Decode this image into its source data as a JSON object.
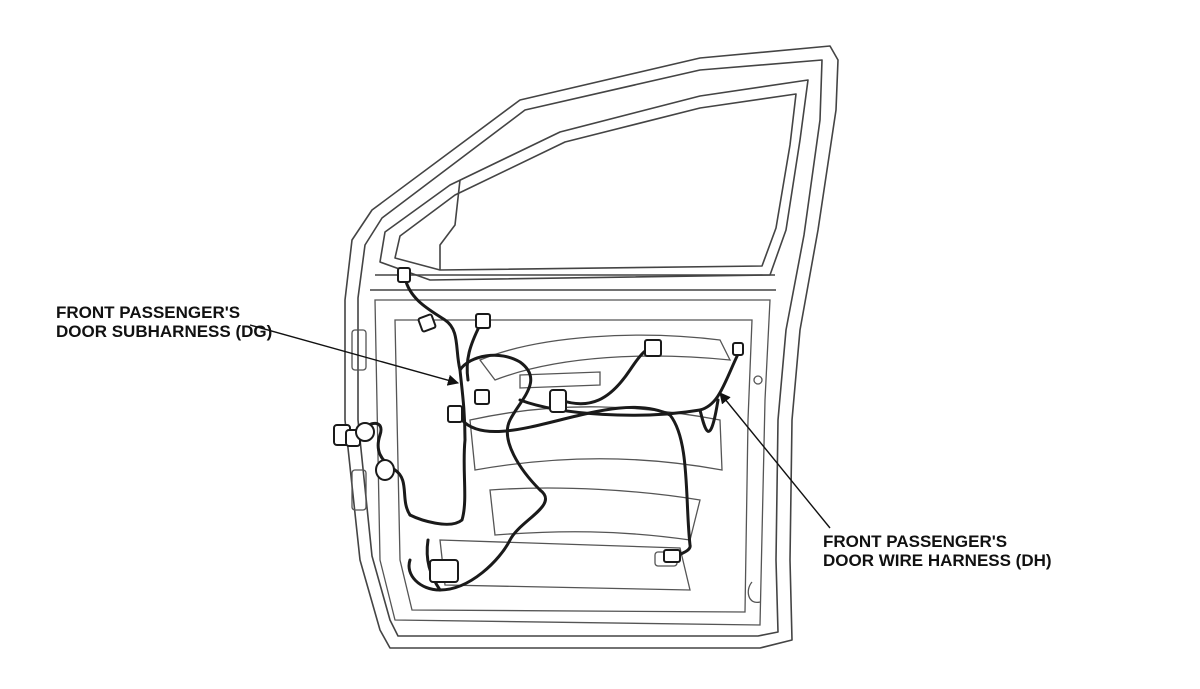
{
  "labels": {
    "subharness": {
      "line1": "FRONT PASSENGER'S",
      "line2": "DOOR SUBHARNESS (DG)"
    },
    "wire_harness": {
      "line1": "FRONT PASSENGER'S",
      "line2": "DOOR WIRE HARNESS (DH)"
    }
  },
  "colors": {
    "outline": "#444444",
    "harness": "#1a1a1a",
    "background": "#ffffff"
  }
}
